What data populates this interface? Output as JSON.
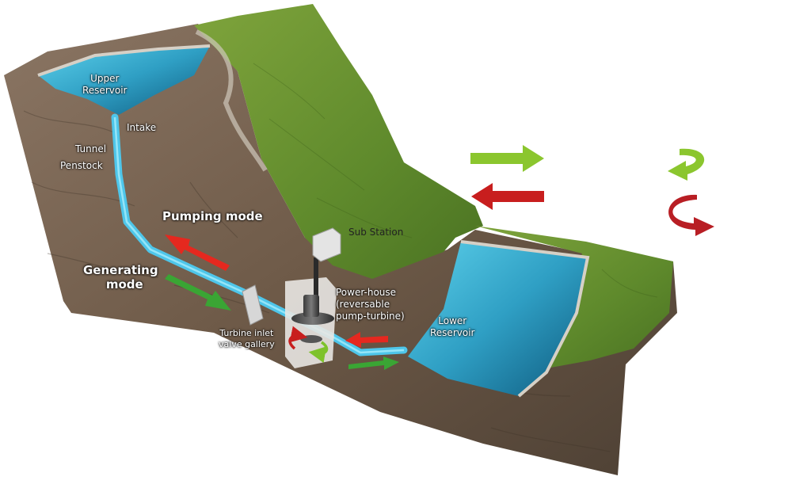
{
  "labels": {
    "upper_reservoir_line1": "Upper",
    "upper_reservoir_line2": "Reservoir",
    "intake": "Intake",
    "tunnel": "Tunnel",
    "penstock": "Penstock",
    "pumping_mode": "Pumping mode",
    "generating_mode_line1": "Generating",
    "generating_mode_line2": "mode",
    "sub_station": "Sub Station",
    "powerhouse_line1": "Power-house",
    "powerhouse_line2": "(reversable",
    "powerhouse_line3": "pump-turbine)",
    "turbine_valve_line1": "Turbine inlet",
    "turbine_valve_line2": "valve gallery",
    "lower_reservoir_line1": "Lower",
    "lower_reservoir_line2": "Reservoir"
  },
  "legend": {
    "generating_arrow": "green-right-arrow-icon",
    "pumping_arrow": "red-left-arrow-icon",
    "generating_rotation": "green-counterclockwise-rotation-icon",
    "pumping_rotation": "red-clockwise-rotation-icon"
  },
  "colors": {
    "grass": "#6a8f33",
    "rock": "#7a6350",
    "water": "#3ab7d8",
    "pipe": "#4ec6ea",
    "generating": "#7ec22b",
    "pumping": "#c81e1e",
    "flow_green": "#3aa534",
    "flow_red": "#e5281f"
  }
}
